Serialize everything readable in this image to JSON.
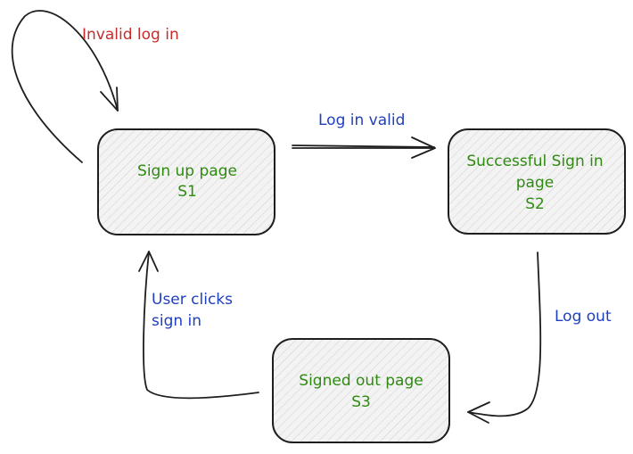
{
  "colors": {
    "node_text": "#2f8a12",
    "edge_label_blue": "#1f3fbf",
    "edge_label_red": "#c92a2a",
    "stroke": "#1e1e1e",
    "fill_hatch": "#e8e8e8"
  },
  "nodes": {
    "s1": {
      "line1": "Sign up page",
      "line2": "S1"
    },
    "s2": {
      "line1": "Successful Sign in",
      "line2": "page",
      "line3": "S2"
    },
    "s3": {
      "line1": "Signed out page",
      "line2": "S3"
    }
  },
  "edges": {
    "self_loop": {
      "label": "Invalid log in"
    },
    "s1_to_s2": {
      "label": "Log in valid"
    },
    "s2_to_s3": {
      "label": "Log out"
    },
    "s3_to_s1": {
      "line1": "User clicks",
      "line2": "sign in"
    }
  }
}
